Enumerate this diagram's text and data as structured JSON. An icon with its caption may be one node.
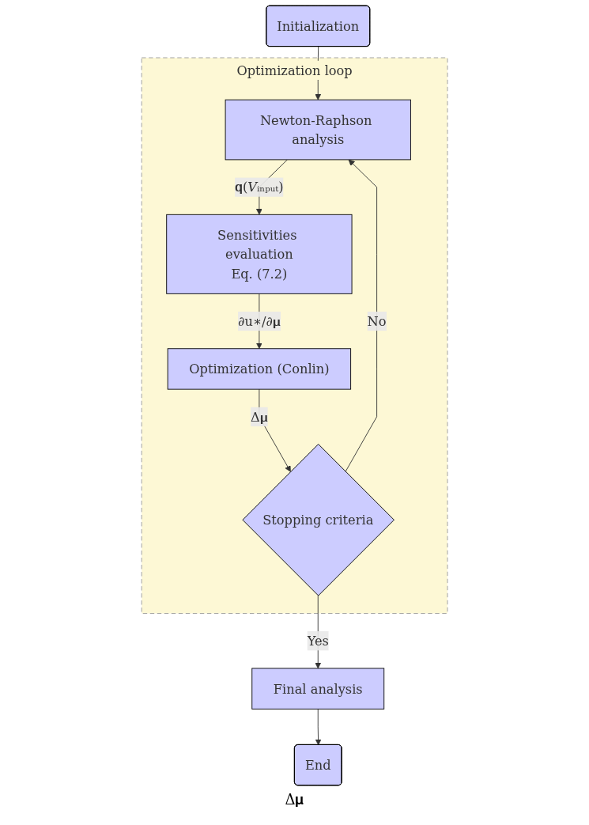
{
  "diagram": {
    "nodes": [
      {
        "text": [
          "Initialization"
        ]
      },
      {
        "text": [
          "Optimization loop"
        ]
      },
      {
        "text": [
          "Newton-Raphson analysis"
        ],
        "in": 1
      },
      {
        "text": [
          "Sensitivities evaluation",
          "Eq. (7.2)"
        ],
        "in": 1
      },
      {
        "text": [
          "Optimization (Conlin)"
        ],
        "in": 1
      },
      {
        "text": [
          "Stopping criteria"
        ],
        "in": 1
      },
      {
        "text": [
          "Final analysis"
        ]
      },
      {
        "text": [
          "End"
        ]
      }
    ],
    "edges": [
      {
        "from": 0,
        "to": 2,
        "arrow": "to"
      },
      {
        "from": 2,
        "to": 3,
        "arrow": "to",
        "label": "𝐪(𝑉ᵢₙₚᵤₜ)"
      },
      {
        "from": 3,
        "to": 4,
        "arrow": "to",
        "label": "∂u∗/∂𝛍"
      },
      {
        "from": 4,
        "to": 5,
        "arrow": "to",
        "label": "Δ𝛍"
      },
      {
        "from": 5,
        "to": 2,
        "arrow": "to",
        "label": "No"
      },
      {
        "from": 5,
        "to": 6,
        "arrow": "to",
        "label": "Yes"
      },
      {
        "from": 6,
        "to": 7,
        "arrow": "to"
      }
    ],
    "labels": [
      "Δ𝛍"
    ]
  }
}
